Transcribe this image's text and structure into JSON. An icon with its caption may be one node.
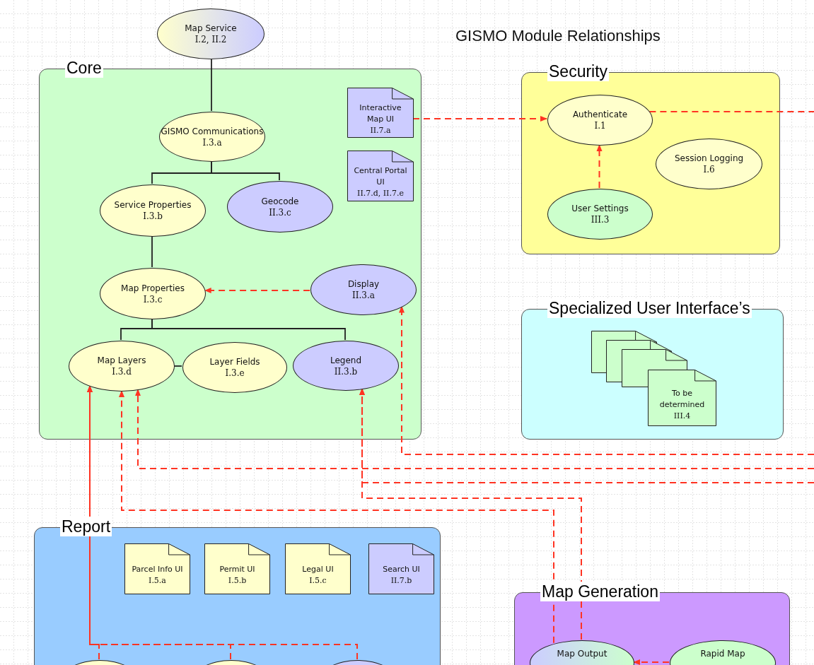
{
  "diagram": {
    "title": "GISMO Module Relationships",
    "nodes": [
      {
        "text": [
          "Map Service",
          "I.2, II.2"
        ]
      },
      {
        "text": [
          "Core"
        ]
      },
      {
        "text": [
          "GISMO Communications",
          "I.3.a"
        ],
        "in": 1
      },
      {
        "text": [
          "Interactive Map UI",
          "II.7.a"
        ],
        "in": 1
      },
      {
        "text": [
          "Central Portal UI",
          "II.7.d, II.7.e"
        ],
        "in": 1
      },
      {
        "text": [
          "Service Properties",
          "I.3.b"
        ],
        "in": 1
      },
      {
        "text": [
          "Geocode",
          "II.3.c"
        ],
        "in": 1
      },
      {
        "text": [
          "Map Properties",
          "I.3.c"
        ],
        "in": 1
      },
      {
        "text": [
          "Display",
          "II.3.a"
        ],
        "in": 1
      },
      {
        "text": [
          "Map Layers",
          "I.3.d"
        ],
        "in": 1
      },
      {
        "text": [
          "Layer Fields",
          "I.3.e"
        ],
        "in": 1
      },
      {
        "text": [
          "Legend",
          "II.3.b"
        ],
        "in": 1
      },
      {
        "text": [
          "Security"
        ]
      },
      {
        "text": [
          "Authenticate",
          "I.1"
        ],
        "in": 12
      },
      {
        "text": [
          "Session Logging",
          "I.6"
        ],
        "in": 12
      },
      {
        "text": [
          "User Settings",
          "III.3"
        ],
        "in": 12
      },
      {
        "text": [
          "Specialized User Interface’s"
        ]
      },
      {
        "text": [],
        "shape": "box",
        "in": 16
      },
      {
        "text": [],
        "shape": "box",
        "in": 16
      },
      {
        "text": [],
        "shape": "box",
        "in": 16
      },
      {
        "text": [
          "To be determined",
          "III.4"
        ],
        "in": 16
      },
      {
        "text": [
          "Report"
        ]
      },
      {
        "text": [
          "Parcel Info UI",
          "I.5.a"
        ],
        "in": 21
      },
      {
        "text": [
          "Permit UI",
          "I.5.b"
        ],
        "in": 21
      },
      {
        "text": [
          "Legal UI",
          "I.5.c"
        ],
        "in": 21
      },
      {
        "text": [
          "Search UI",
          "II.7.b"
        ],
        "in": 21
      },
      {
        "text": [],
        "shape": "circle",
        "in": 21
      },
      {
        "text": [],
        "shape": "circle",
        "in": 21
      },
      {
        "text": [],
        "shape": "circle",
        "in": 21
      },
      {
        "text": [
          "Map Generation"
        ]
      },
      {
        "text": [
          "Map Output"
        ],
        "in": 29
      },
      {
        "text": [
          "Rapid Map"
        ],
        "in": 29
      }
    ],
    "edges": [
      {
        "from": 0,
        "to": 2,
        "arrow": "none",
        "color": "#222222"
      },
      {
        "from": 2,
        "to": 5,
        "arrow": "none",
        "color": "#222222"
      },
      {
        "from": 2,
        "to": 6,
        "arrow": "none",
        "color": "#222222"
      },
      {
        "from": 5,
        "to": 7,
        "arrow": "none",
        "color": "#222222"
      },
      {
        "from": 7,
        "to": 9,
        "arrow": "none",
        "color": "#222222"
      },
      {
        "from": 7,
        "to": 11,
        "arrow": "none",
        "color": "#222222"
      },
      {
        "from": 9,
        "to": 10,
        "arrow": "none",
        "color": "#222222"
      },
      {
        "from": 8,
        "to": 7,
        "arrow": "to",
        "style": "dashed"
      },
      {
        "from": 3,
        "to": 13,
        "arrow": "to",
        "style": "dashed"
      },
      {
        "from": 15,
        "to": 13,
        "arrow": "to",
        "style": "dashed"
      },
      {
        "from": 13,
        "to": null,
        "arrow": "none",
        "style": "dashed"
      },
      {
        "from": null,
        "to": 8,
        "arrow": "to",
        "style": "dashed"
      },
      {
        "from": null,
        "to": 9,
        "arrow": "to",
        "style": "dashed"
      },
      {
        "from": null,
        "to": 11,
        "arrow": "to",
        "style": "dashed"
      },
      {
        "from": 30,
        "to": 11,
        "arrow": "to",
        "style": "dashed"
      },
      {
        "from": 30,
        "to": 9,
        "arrow": "to",
        "style": "dashed"
      },
      {
        "from": 26,
        "to": 9,
        "arrow": "to",
        "style": "dashed"
      },
      {
        "from": 27,
        "to": 9,
        "arrow": "to",
        "style": "dashed"
      },
      {
        "from": 28,
        "to": 9,
        "arrow": "to",
        "style": "dashed"
      },
      {
        "from": 31,
        "to": 30,
        "arrow": "to",
        "style": "dashed"
      }
    ]
  }
}
